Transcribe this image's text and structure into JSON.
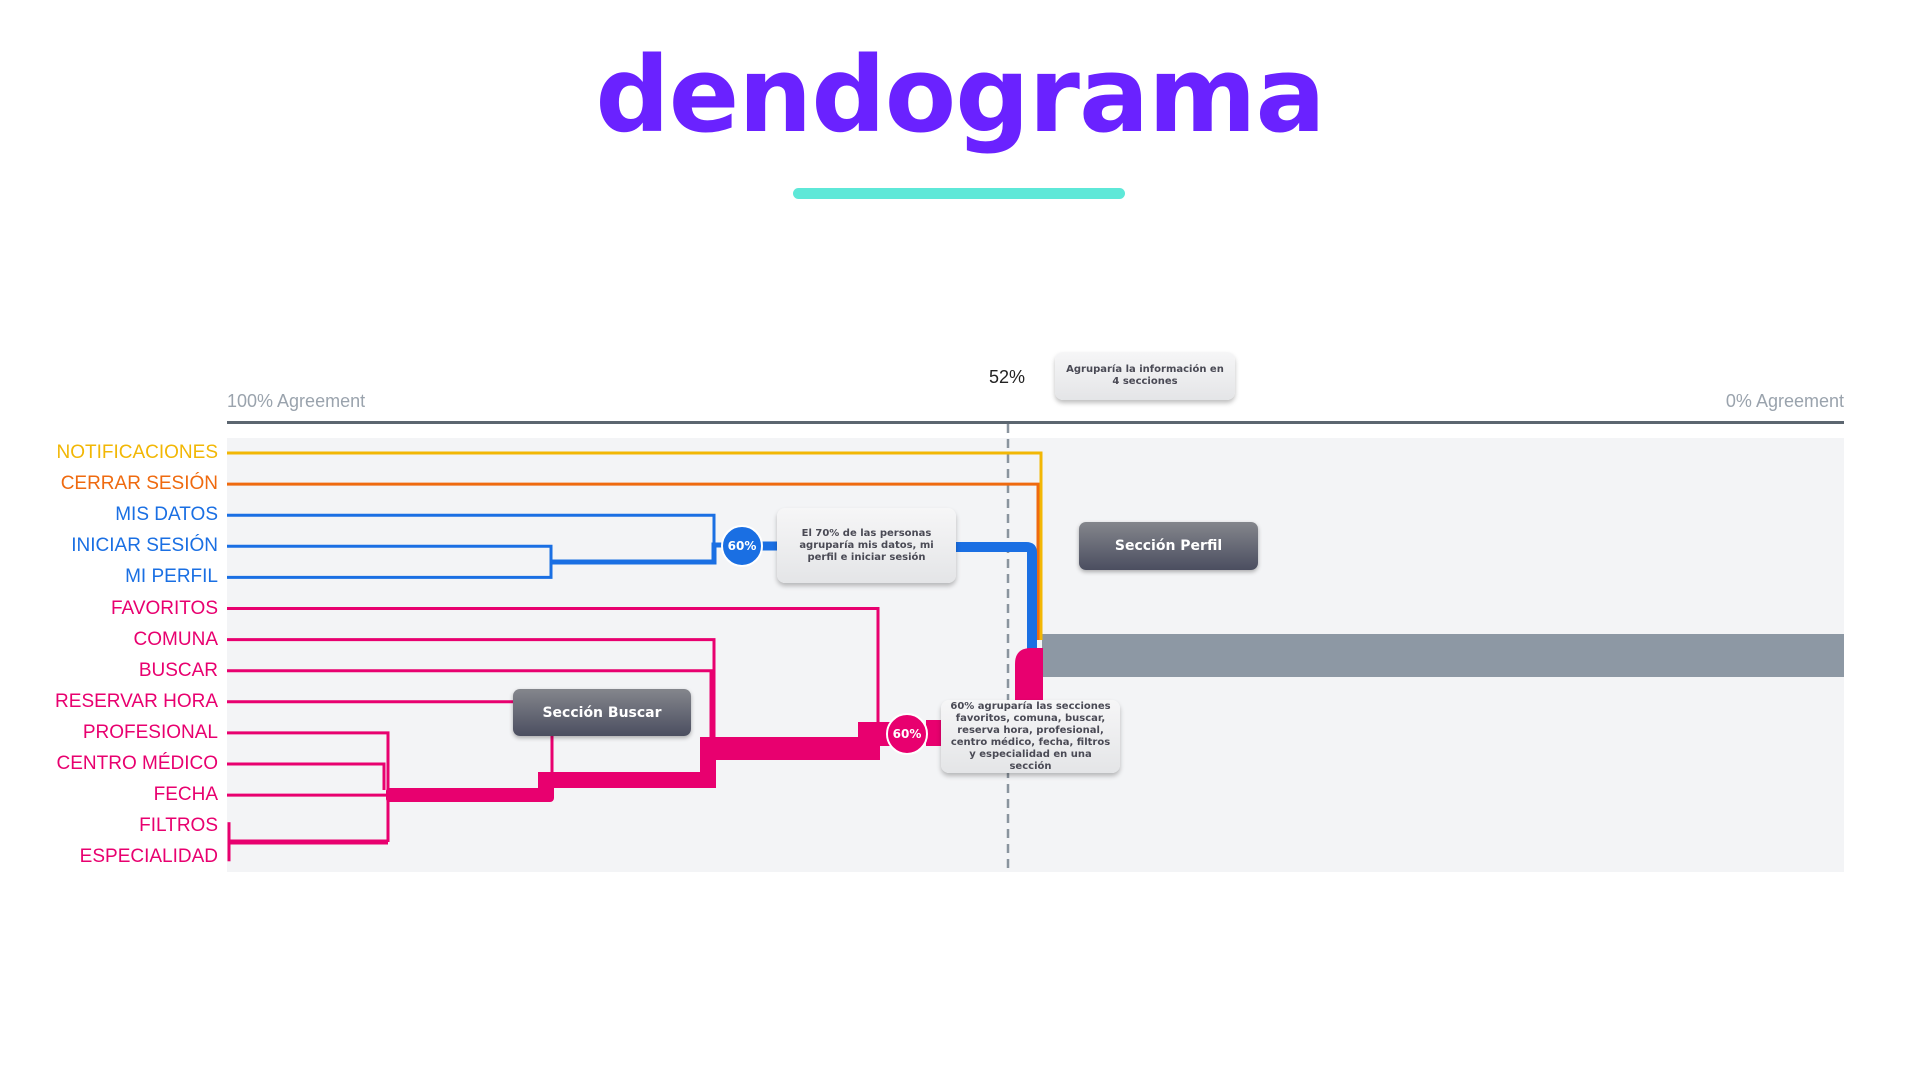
{
  "title": "dendograma",
  "colors": {
    "title": "#6a22ff",
    "title_bar": "#5ee8d8",
    "notificaciones": "#f2b705",
    "cerrar": "#ef6a0f",
    "blue": "#1a6fe3",
    "pink": "#e8006f",
    "final_bar": "#8d98a4",
    "dashed": "#8a949e"
  },
  "chart_data": {
    "type": "dendrogram",
    "axis": {
      "left_label": "100% Agreement",
      "right_label": "0% Agreement",
      "range": [
        100,
        0
      ]
    },
    "threshold": {
      "label": "52%",
      "value": 52,
      "note": "Agruparía la información en 4 secciones"
    },
    "leaves": [
      {
        "label": "NOTIFICACIONES",
        "group": "notificaciones"
      },
      {
        "label": "CERRAR SESIÓN",
        "group": "cerrar"
      },
      {
        "label": "MIS DATOS",
        "group": "blue"
      },
      {
        "label": "INICIAR SESIÓN",
        "group": "blue"
      },
      {
        "label": "MI PERFIL",
        "group": "blue"
      },
      {
        "label": "FAVORITOS",
        "group": "pink"
      },
      {
        "label": "COMUNA",
        "group": "pink"
      },
      {
        "label": "BUSCAR",
        "group": "pink"
      },
      {
        "label": "RESERVAR HORA",
        "group": "pink"
      },
      {
        "label": "PROFESIONAL",
        "group": "pink"
      },
      {
        "label": "CENTRO MÉDICO",
        "group": "pink"
      },
      {
        "label": "FECHA",
        "group": "pink"
      },
      {
        "label": "FILTROS",
        "group": "pink"
      },
      {
        "label": "ESPECIALIDAD",
        "group": "pink"
      }
    ],
    "clusters": [
      {
        "name": "perfil",
        "badge": "60%",
        "note": "El 70% de las personas agruparía mis datos, mi perfil e iniciar sesión",
        "section": "Sección Perfil"
      },
      {
        "name": "buscar",
        "badge": "60%",
        "note": "60% agruparía las secciones favoritos, comuna, buscar, reserva hora, profesional, centro médico, fecha, filtros y especialidad en una sección",
        "section": "Sección Buscar"
      }
    ]
  }
}
